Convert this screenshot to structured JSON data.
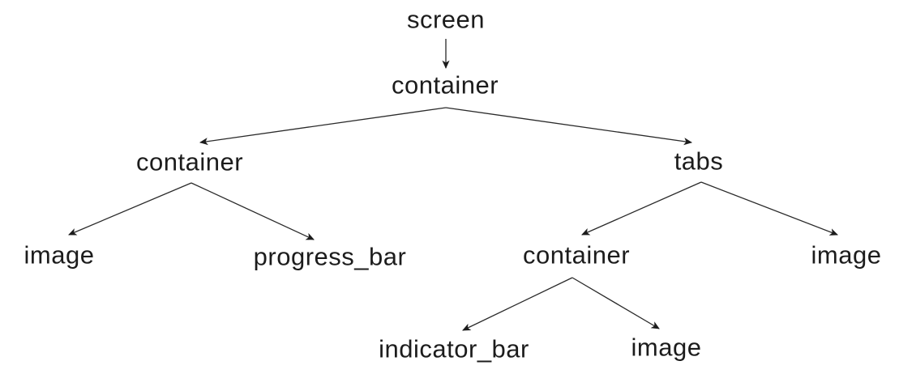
{
  "diagram": {
    "type": "ui-hierarchy-tree",
    "background_color": "#ffffff",
    "text_color": "#1c1c1c",
    "line_color": "#2a2a2a",
    "nodes": [
      {
        "id": "screen",
        "label": "screen",
        "depth": 0
      },
      {
        "id": "container_root",
        "label": "container",
        "depth": 1
      },
      {
        "id": "container_left",
        "label": "container",
        "depth": 2
      },
      {
        "id": "tabs",
        "label": "tabs",
        "depth": 2
      },
      {
        "id": "image_left",
        "label": "image",
        "depth": 3
      },
      {
        "id": "progress_bar",
        "label": "progress_bar",
        "depth": 3
      },
      {
        "id": "container_tabs",
        "label": "container",
        "depth": 3
      },
      {
        "id": "image_right",
        "label": "image",
        "depth": 3
      },
      {
        "id": "indicator_bar",
        "label": "indicator_bar",
        "depth": 4
      },
      {
        "id": "image_bottom",
        "label": "image",
        "depth": 4
      }
    ],
    "edges": [
      {
        "from": "screen",
        "to": "container_root"
      },
      {
        "from": "container_root",
        "to": "container_left"
      },
      {
        "from": "container_root",
        "to": "tabs"
      },
      {
        "from": "container_left",
        "to": "image_left"
      },
      {
        "from": "container_left",
        "to": "progress_bar"
      },
      {
        "from": "tabs",
        "to": "container_tabs"
      },
      {
        "from": "tabs",
        "to": "image_right"
      },
      {
        "from": "container_tabs",
        "to": "indicator_bar"
      },
      {
        "from": "container_tabs",
        "to": "image_bottom"
      }
    ]
  }
}
